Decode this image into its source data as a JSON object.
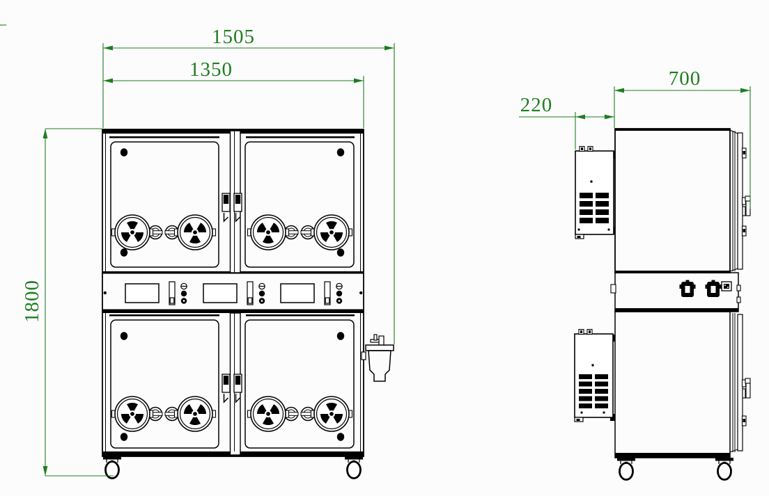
{
  "dimensions": {
    "overall_width": "1505",
    "cabinet_width": "1350",
    "overall_height": "1800",
    "depth": "700",
    "rear_unit_depth": "220"
  },
  "colors": {
    "dimension_green": "#1e7d1e",
    "outline_black": "#000000",
    "background": "#fcfcfd"
  },
  "icons": {
    "radiation_trefoil": "☢"
  }
}
